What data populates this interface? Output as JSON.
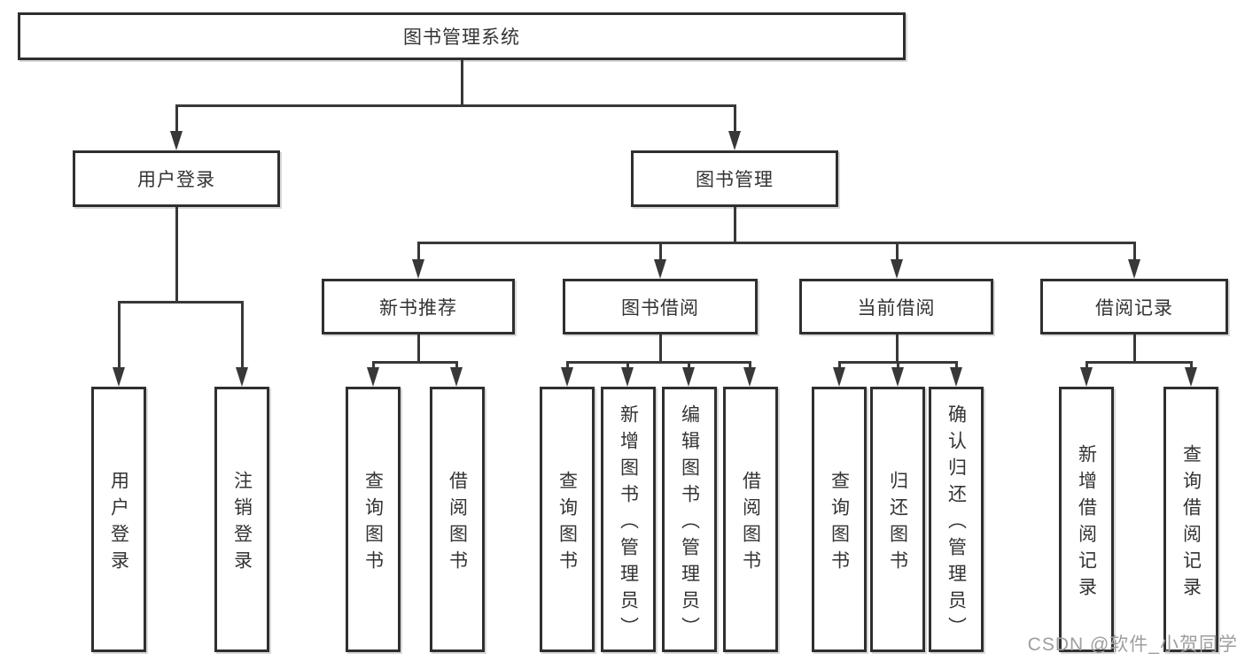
{
  "diagram": {
    "title": "图书管理系统",
    "branches": [
      {
        "label": "用户登录",
        "children": [
          {
            "label": "用户登录"
          },
          {
            "label": "注销登录"
          }
        ]
      },
      {
        "label": "图书管理",
        "children": [
          {
            "label": "新书推荐",
            "children": [
              {
                "label": "查询图书"
              },
              {
                "label": "借阅图书"
              }
            ]
          },
          {
            "label": "图书借阅",
            "children": [
              {
                "label": "查询图书"
              },
              {
                "label": "新增图书（管理员）"
              },
              {
                "label": "编辑图书（管理员）"
              },
              {
                "label": "借阅图书"
              }
            ]
          },
          {
            "label": "当前借阅",
            "children": [
              {
                "label": "查询图书"
              },
              {
                "label": "归还图书"
              },
              {
                "label": "确认归还（管理员）"
              }
            ]
          },
          {
            "label": "借阅记录",
            "children": [
              {
                "label": "新增借阅记录"
              },
              {
                "label": "查询借阅记录"
              }
            ]
          }
        ]
      }
    ]
  },
  "watermark": {
    "text": "CSDN @软件_小贺同学"
  },
  "colors": {
    "background": "#ffffff",
    "line": "#383838",
    "box_border": "#2f2f2f",
    "text": "#333333",
    "watermark": "#9e9e9e"
  }
}
